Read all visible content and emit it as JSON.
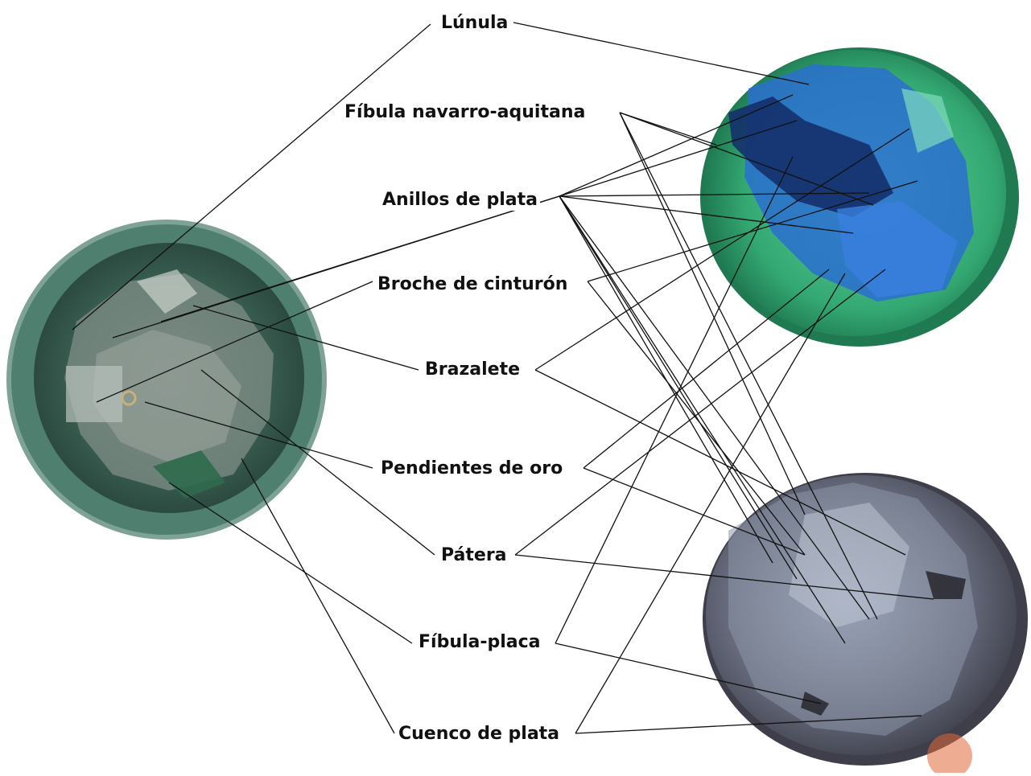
{
  "labels": {
    "lunula": "Lúnula",
    "fibula_navarro": "Fíbula navarro-aquitana",
    "anillos": "Anillos de plata",
    "broche": "Broche de cinturón",
    "brazalete": "Brazalete",
    "pendientes": "Pendientes de oro",
    "patera": "Pátera",
    "fibula_placa": "Fíbula-placa",
    "cuenco": "Cuenco de plata"
  },
  "colors": {
    "photo_vessel_rim": "#4f7f6f",
    "photo_vessel_inner": "#3a5f52",
    "scan_green": "#3fb07a",
    "scan_blue": "#2a6fd0",
    "scan_dark_blue": "#14306a",
    "scan_grey": "#5b5f6f",
    "scan_grey_light": "#9aa3b8",
    "leader_line": "#111111"
  }
}
